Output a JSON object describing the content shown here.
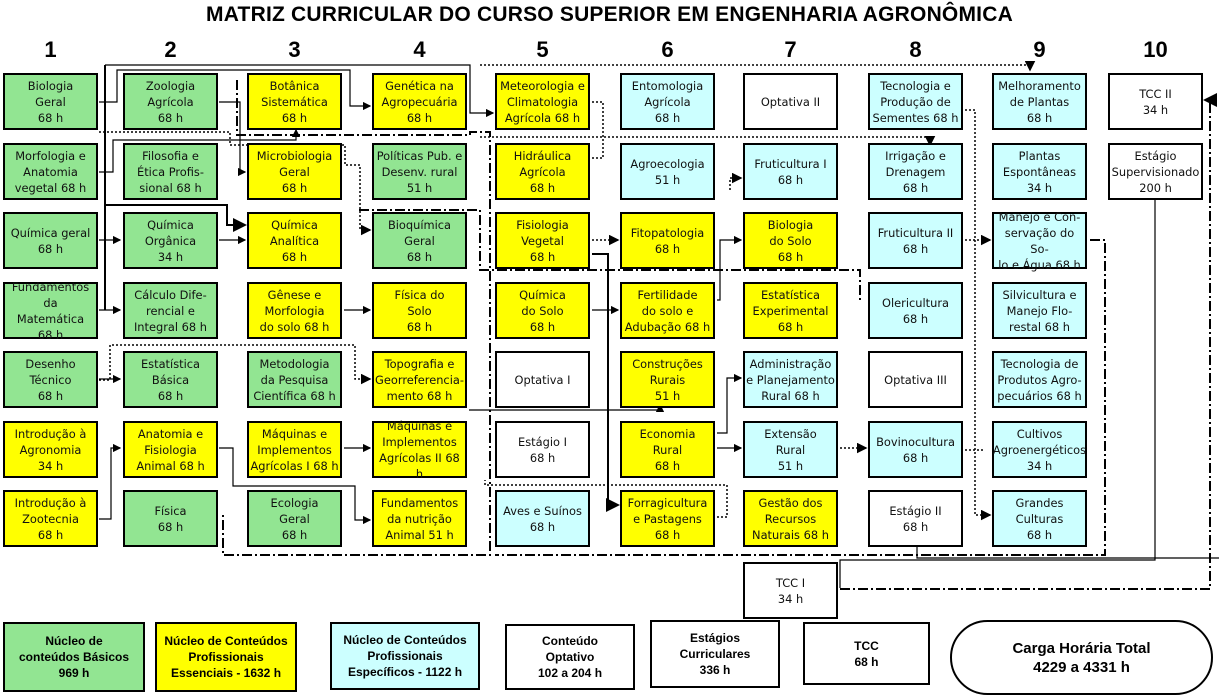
{
  "title": "MATRIZ CURRICULAR DO CURSO SUPERIOR EM ENGENHARIA AGRONÔMICA",
  "colors": {
    "basico": "#92e592",
    "essencial": "#ffff00",
    "especifico": "#ccffff",
    "optativo": "#ffffff"
  },
  "columns": [
    {
      "number": "1",
      "courses": [
        {
          "text": "Biologia\nGeral\n68 h",
          "category": "basico"
        },
        {
          "text": "Morfologia e\nAnatomia\nvegetal 68 h",
          "category": "basico"
        },
        {
          "text": "Química geral\n68 h",
          "category": "basico"
        },
        {
          "text": "Fundamentos da\nMatemática\n68 h",
          "category": "basico"
        },
        {
          "text": "Desenho\nTécnico\n68 h",
          "category": "basico"
        },
        {
          "text": "Introdução à\nAgronomia\n34 h",
          "category": "essencial"
        },
        {
          "text": "Introdução à\nZootecnia\n68 h",
          "category": "essencial"
        }
      ]
    },
    {
      "number": "2",
      "courses": [
        {
          "text": "Zoologia\nAgrícola\n68 h",
          "category": "basico"
        },
        {
          "text": "Filosofia e\nÉtica Profis-\nsional 68 h",
          "category": "basico"
        },
        {
          "text": "Química\nOrgânica\n34 h",
          "category": "basico"
        },
        {
          "text": "Cálculo Dife-\nrencial e\nIntegral 68 h",
          "category": "basico"
        },
        {
          "text": "Estatística\nBásica\n68 h",
          "category": "basico"
        },
        {
          "text": "Anatomia e\nFisiologia\nAnimal 68 h",
          "category": "essencial"
        },
        {
          "text": "Física\n68 h",
          "category": "basico"
        }
      ]
    },
    {
      "number": "3",
      "courses": [
        {
          "text": "Botânica\nSistemática\n68 h",
          "category": "essencial"
        },
        {
          "text": "Microbiologia\nGeral\n68 h",
          "category": "essencial"
        },
        {
          "text": "Química\nAnalítica\n68 h",
          "category": "essencial"
        },
        {
          "text": "Gênese e\nMorfologia\ndo solo 68 h",
          "category": "essencial"
        },
        {
          "text": "Metodologia\nda Pesquisa\nCientífica 68 h",
          "category": "basico"
        },
        {
          "text": "Máquinas e\nImplementos\nAgrícolas I 68 h",
          "category": "essencial"
        },
        {
          "text": "Ecologia\nGeral\n68 h",
          "category": "basico"
        }
      ]
    },
    {
      "number": "4",
      "courses": [
        {
          "text": "Genética na\nAgropecuária\n68 h",
          "category": "essencial"
        },
        {
          "text": "Políticas Pub. e\nDesenv. rural\n51 h",
          "category": "basico"
        },
        {
          "text": "Bioquímica\nGeral\n68 h",
          "category": "basico"
        },
        {
          "text": "Física do\nSolo\n68 h",
          "category": "essencial"
        },
        {
          "text": "Topografia e\nGeorreferencia-\nmento 68 h",
          "category": "essencial"
        },
        {
          "text": "Máquinas e\nImplementos\nAgrícolas II 68 h",
          "category": "essencial"
        },
        {
          "text": "Fundamentos\nda nutrição\nAnimal 51 h",
          "category": "essencial"
        }
      ]
    },
    {
      "number": "5",
      "courses": [
        {
          "text": "Meteorologia e\nClimatologia\nAgrícola 68 h",
          "category": "essencial"
        },
        {
          "text": "Hidráulica\nAgrícola\n68 h",
          "category": "essencial"
        },
        {
          "text": "Fisiologia\nVegetal\n68 h",
          "category": "essencial"
        },
        {
          "text": "Química\ndo Solo\n68 h",
          "category": "essencial"
        },
        {
          "text": "Optativa I",
          "category": "optativo"
        },
        {
          "text": "Estágio I\n68 h",
          "category": "estagio"
        },
        {
          "text": "Aves e Suínos\n68 h",
          "category": "especifico"
        }
      ]
    },
    {
      "number": "6",
      "courses": [
        {
          "text": "Entomologia\nAgrícola\n68 h",
          "category": "especifico"
        },
        {
          "text": "Agroecologia\n51 h",
          "category": "especifico"
        },
        {
          "text": "Fitopatologia\n68 h",
          "category": "essencial"
        },
        {
          "text": "Fertilidade\ndo solo e\nAdubação 68 h",
          "category": "essencial"
        },
        {
          "text": "Construções\nRurais\n51 h",
          "category": "essencial"
        },
        {
          "text": "Economia\nRural\n68 h",
          "category": "essencial"
        },
        {
          "text": "Forragicultura\ne Pastagens\n68 h",
          "category": "essencial"
        }
      ]
    },
    {
      "number": "7",
      "courses": [
        {
          "text": "Optativa II",
          "category": "optativo"
        },
        {
          "text": "Fruticultura I\n68 h",
          "category": "especifico"
        },
        {
          "text": "Biologia\ndo Solo\n68 h",
          "category": "essencial"
        },
        {
          "text": "Estatística\nExperimental\n68 h",
          "category": "essencial"
        },
        {
          "text": "Administração\ne Planejamento\nRural 68 h",
          "category": "especifico"
        },
        {
          "text": "Extensão\nRural\n51 h",
          "category": "especifico"
        },
        {
          "text": "Gestão dos\nRecursos\nNaturais 68 h",
          "category": "essencial"
        },
        {
          "text": "TCC I\n34 h",
          "category": "tcc"
        }
      ]
    },
    {
      "number": "8",
      "courses": [
        {
          "text": "Tecnologia e\nProdução de\nSementes 68 h",
          "category": "especifico"
        },
        {
          "text": "Irrigação e\nDrenagem\n68 h",
          "category": "especifico"
        },
        {
          "text": "Fruticultura II\n68 h",
          "category": "especifico"
        },
        {
          "text": "Olericultura\n68 h",
          "category": "especifico"
        },
        {
          "text": "Optativa III",
          "category": "optativo"
        },
        {
          "text": "Bovinocultura\n68 h",
          "category": "especifico"
        },
        {
          "text": "Estágio II\n68 h",
          "category": "estagio"
        }
      ]
    },
    {
      "number": "9",
      "courses": [
        {
          "text": "Melhoramento\nde Plantas\n68 h",
          "category": "especifico"
        },
        {
          "text": "Plantas\nEspontâneas\n34 h",
          "category": "especifico"
        },
        {
          "text": "Manejo e Con-\nservação do So-\nlo e Água 68 h",
          "category": "especifico"
        },
        {
          "text": "Silvicultura e\nManejo Flo-\nrestal 68 h",
          "category": "especifico"
        },
        {
          "text": "Tecnologia de\nProdutos Agro-\npecuários 68 h",
          "category": "especifico"
        },
        {
          "text": "Cultivos\nAgroenergéticos\n34 h",
          "category": "especifico"
        },
        {
          "text": "Grandes\nCulturas\n68 h",
          "category": "especifico"
        }
      ]
    },
    {
      "number": "10",
      "courses": [
        {
          "text": "TCC II\n34 h",
          "category": "tcc"
        },
        {
          "text": "Estágio\nSupervisionado\n200 h",
          "category": "estagio"
        }
      ]
    }
  ],
  "legend": [
    {
      "text": "Núcleo de\nconteúdos Básicos\n969 h",
      "category": "basico"
    },
    {
      "text": "Núcleo de Conteúdos\nProfissionais\nEssenciais - 1632 h",
      "category": "essencial"
    },
    {
      "text": "Núcleo de Conteúdos\nProfissionais\nEspecíficos - 1122 h",
      "category": "especifico"
    },
    {
      "text": "Conteúdo\nOptativo\n102 a 204 h",
      "category": "optativo"
    },
    {
      "text": "Estágios\nCurriculares\n336 h",
      "category": "estagio"
    },
    {
      "text": "TCC\n68 h",
      "category": "tcc"
    },
    {
      "text": "Carga Horária Total\n4229 a 4331 h",
      "category": "total"
    }
  ]
}
